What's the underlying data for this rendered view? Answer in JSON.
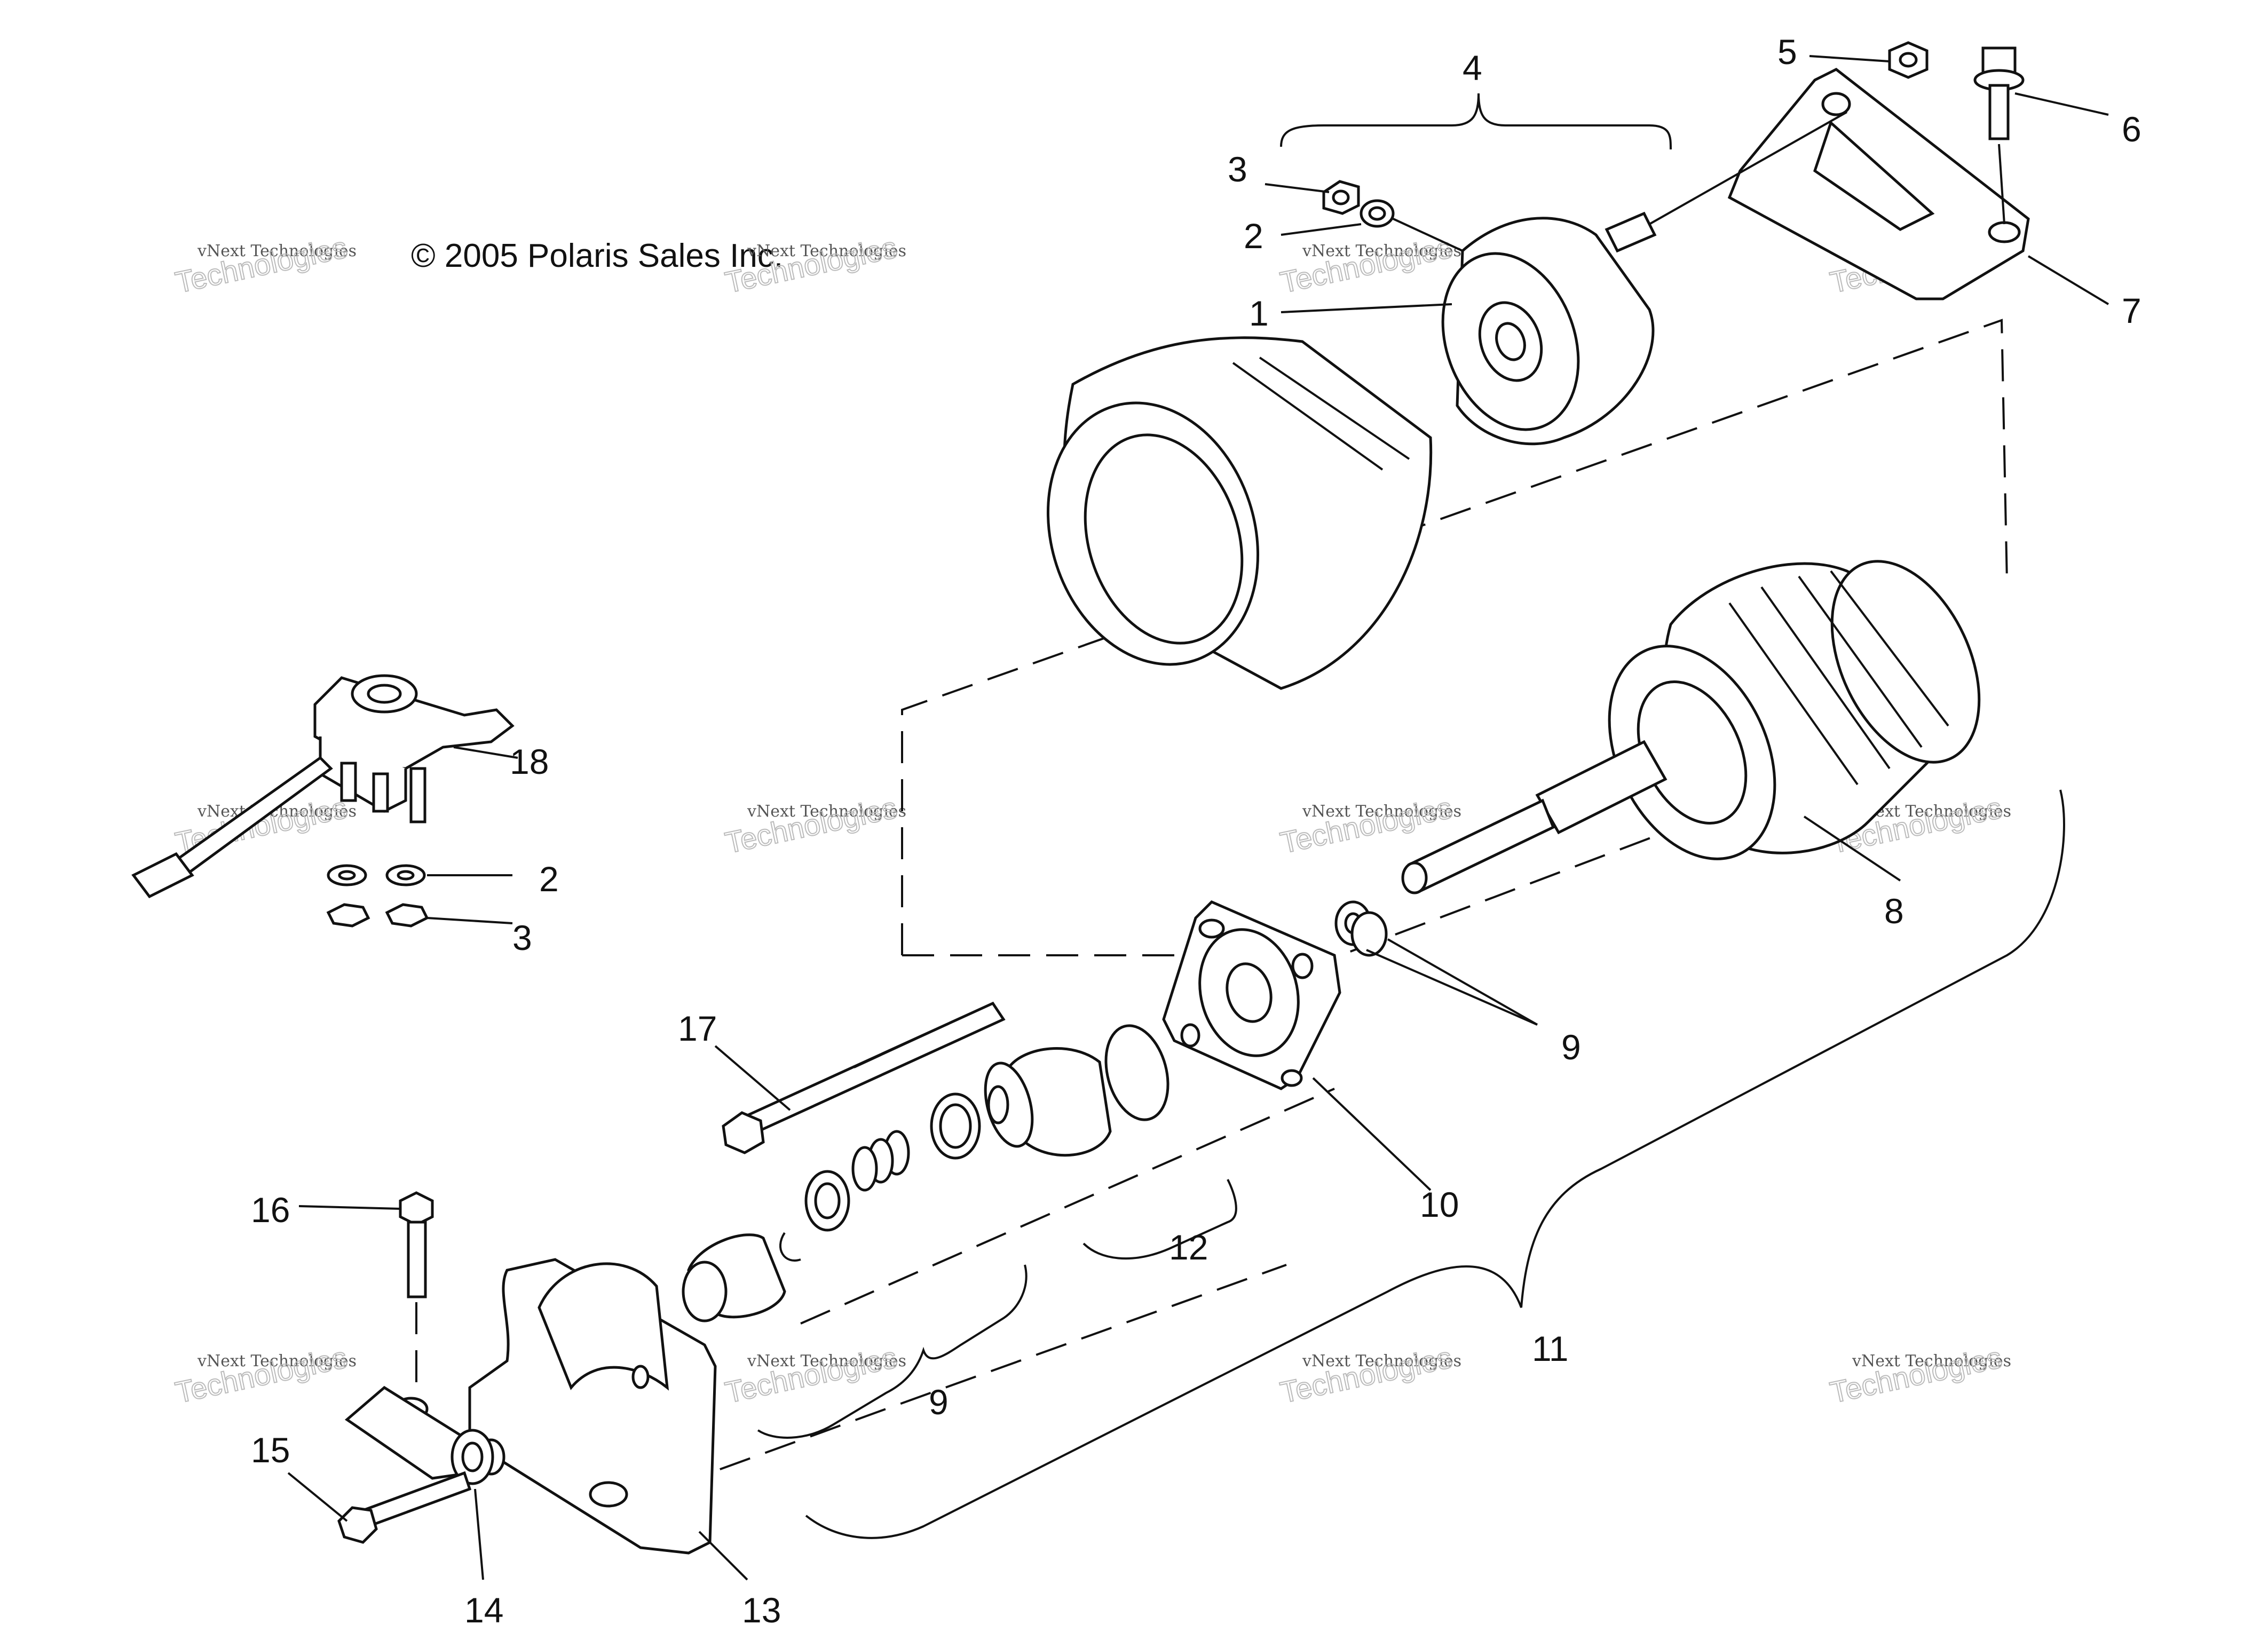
{
  "copyright": "© 2005 Polaris Sales Inc.",
  "watermark": {
    "line1": "vNext Technologies",
    "line2": "Technologies"
  },
  "callouts": {
    "c1": "1",
    "c2a": "2",
    "c2b": "2",
    "c3a": "3",
    "c3b": "3",
    "c4": "4",
    "c5": "5",
    "c6": "6",
    "c7": "7",
    "c8": "8",
    "c9a": "9",
    "c9b": "9",
    "c10": "10",
    "c11": "11",
    "c12": "12",
    "c13": "13",
    "c14": "14",
    "c15": "15",
    "c16": "16",
    "c17": "17",
    "c18": "18"
  }
}
